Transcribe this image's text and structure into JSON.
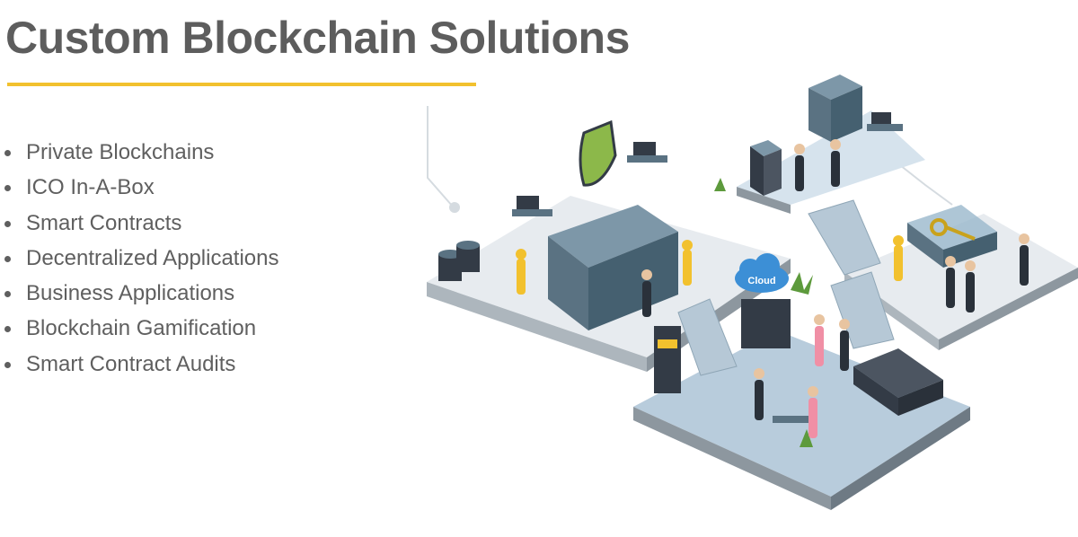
{
  "header": {
    "title": "Custom Blockchain Solutions",
    "accent_color": "#f2c12e"
  },
  "bullets": [
    {
      "label": "Private Blockchains"
    },
    {
      "label": "ICO In-A-Box"
    },
    {
      "label": "Smart Contracts"
    },
    {
      "label": "Decentralized Applications"
    },
    {
      "label": "Business Applications"
    },
    {
      "label": "Blockchain Gamification"
    },
    {
      "label": "Smart Contract Audits"
    }
  ],
  "illustration": {
    "cloud_label": "Cloud",
    "colors": {
      "floor": "#e7ebef",
      "floor_blue": "#b8ccdc",
      "server": "#5a7282",
      "dark": "#333b46",
      "worker": "#f2c12e"
    }
  }
}
